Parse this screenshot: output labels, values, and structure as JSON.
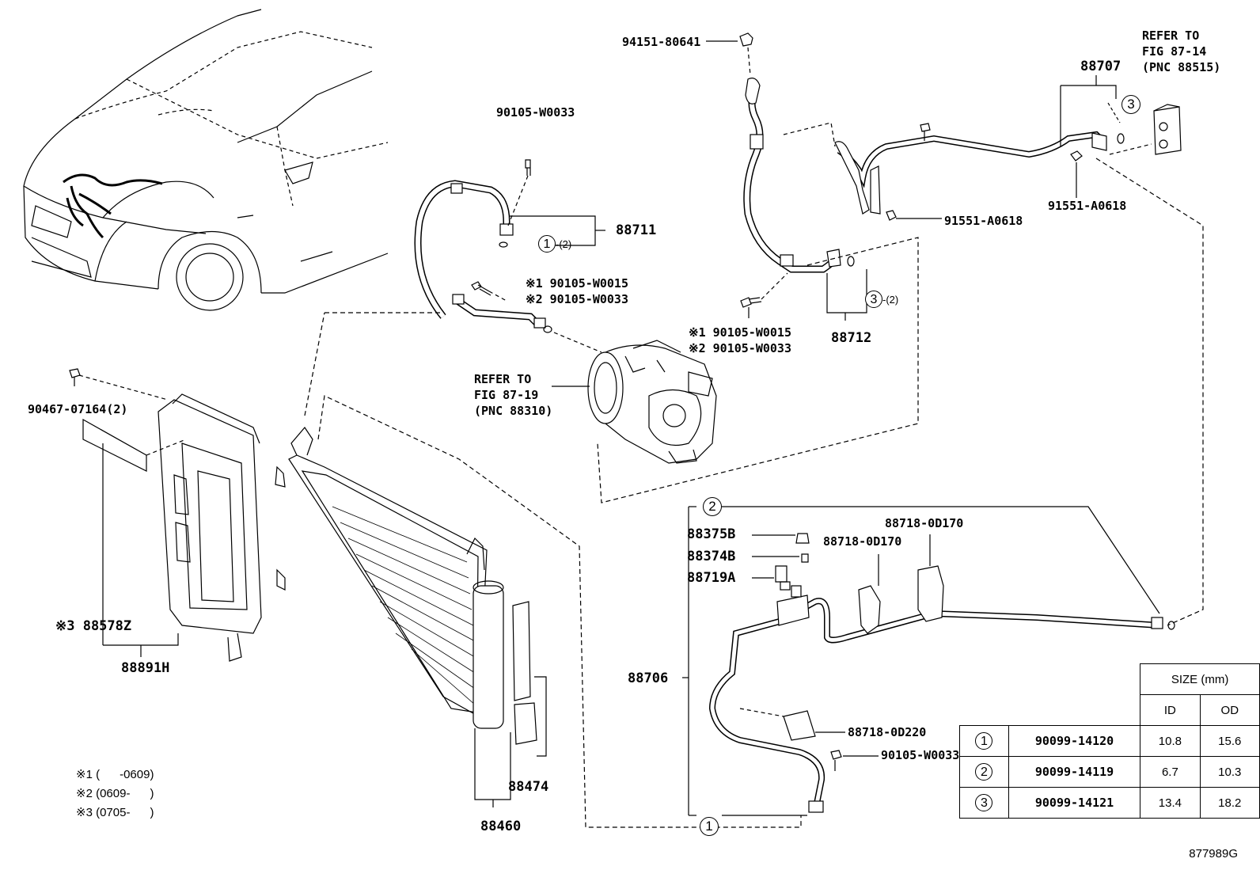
{
  "labels": {
    "p94151": "94151-80641",
    "p90105_top": "90105-W0033",
    "p88711": "88711",
    "p88711_sub": "-(2)",
    "p90105_w0015_a": "※1 90105-W0015",
    "p90105_w0033_a": "※2 90105-W0033",
    "p90105_w0015_b": "※1 90105-W0015",
    "p90105_w0033_b": "※2 90105-W0033",
    "p88712": "88712",
    "p88712_sub": "-(2)",
    "p88707": "88707",
    "p91551_a": "91551-A0618",
    "p91551_b": "91551-A0618",
    "refer_comp_1": "REFER TO",
    "refer_comp_2": "FIG 87-19",
    "refer_comp_3": "(PNC 88310)",
    "refer_exp_1": "REFER TO",
    "refer_exp_2": "FIG 87-14",
    "refer_exp_3": "(PNC 88515)",
    "p90467": "90467-07164(2)",
    "p88578z": "※3 88578Z",
    "p88891h": "88891H",
    "p88375b": "88375B",
    "p88374b": "88374B",
    "p88719a": "88719A",
    "p88718_a": "88718-0D170",
    "p88718_b": "88718-0D170",
    "p88718_c": "88718-0D220",
    "p90105_bottom": "90105-W0033",
    "p88706": "88706",
    "p88474": "88474",
    "p88460": "88460"
  },
  "circles": {
    "c1": "1",
    "c2": "2",
    "c3": "3"
  },
  "footnotes": [
    "※1 (      -0609)",
    "※2 (0609-      )",
    "※3 (0705-      )"
  ],
  "size_table": {
    "header": "SIZE (mm)",
    "col_id": "ID",
    "col_od": "OD",
    "rows": [
      {
        "ref": "1",
        "part": "90099-14120",
        "id": "10.8",
        "od": "15.6"
      },
      {
        "ref": "2",
        "part": "90099-14119",
        "id": "6.7",
        "od": "10.3"
      },
      {
        "ref": "3",
        "part": "90099-14121",
        "id": "13.4",
        "od": "18.2"
      }
    ]
  },
  "figure_id": "877989G"
}
